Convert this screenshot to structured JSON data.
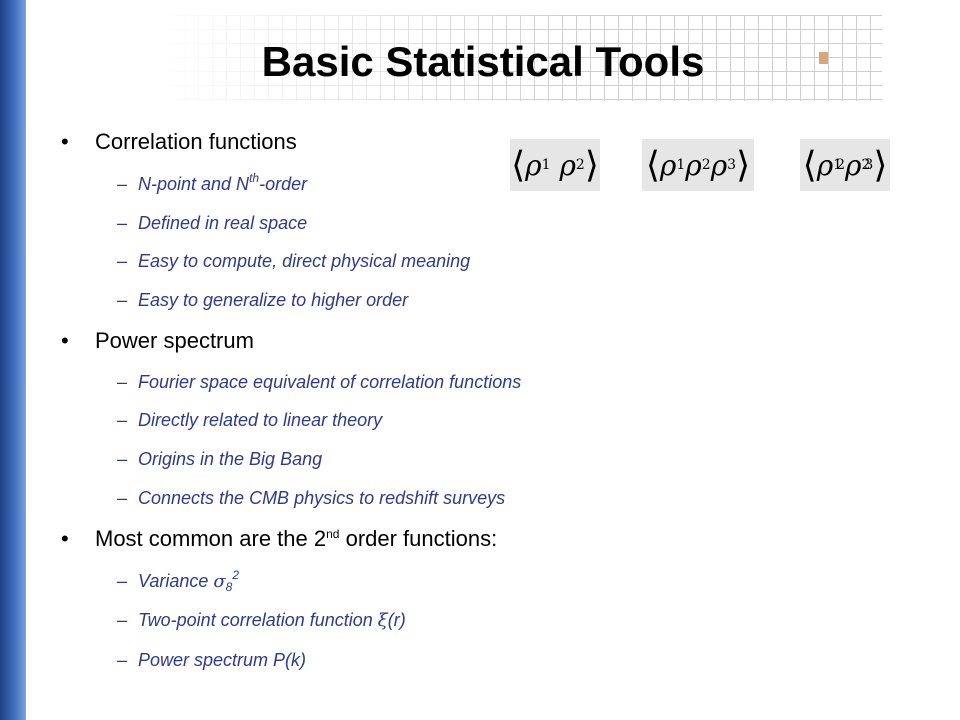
{
  "slide": {
    "title": "Basic Statistical Tools",
    "sections": [
      {
        "bullet": "Correlation functions",
        "items": [
          {
            "pre": "N-point and N",
            "sup": "th",
            "post": "-order"
          },
          {
            "text": "Defined in real space"
          },
          {
            "text": "Easy to compute, direct physical meaning"
          },
          {
            "text": "Easy to generalize to higher order"
          }
        ]
      },
      {
        "bullet": "Power spectrum",
        "items": [
          {
            "text": "Fourier space equivalent of correlation functions"
          },
          {
            "text": "Directly related to linear theory"
          },
          {
            "text": "Origins in the Big Bang"
          },
          {
            "text": "Connects the CMB physics to redshift surveys"
          }
        ]
      },
      {
        "bullet_pre": "Most common are the 2",
        "bullet_sup": "nd",
        "bullet_post": " order functions:",
        "items": [
          {
            "pre": "Variance ",
            "sym": "σ",
            "sub": "8",
            "sup": "2"
          },
          {
            "pre": "Two-point correlation function ",
            "sym": "ξ",
            "post": "(r)"
          },
          {
            "text": "Power spectrum P(k)"
          }
        ]
      }
    ],
    "formulas": [
      {
        "terms": [
          {
            "base": "ρ",
            "sub": "1"
          },
          {
            "base": "ρ",
            "sub": "2"
          }
        ]
      },
      {
        "terms": [
          {
            "base": "ρ",
            "sub": "1"
          },
          {
            "base": "ρ",
            "sub": "2"
          },
          {
            "base": "ρ",
            "sub": "3"
          }
        ]
      },
      {
        "terms": [
          {
            "base": "ρ",
            "sub": "1",
            "sup": "2"
          },
          {
            "base": "ρ",
            "sub": "2",
            "sup": "3"
          }
        ]
      }
    ],
    "bullet_glyph": "•",
    "dash_glyph": "–",
    "colors": {
      "sidebar": "#2f5aa8",
      "sub_text": "#2e3a8c",
      "formula_bg": "#e6e6e6",
      "grid_mark": "#d8a779"
    }
  }
}
